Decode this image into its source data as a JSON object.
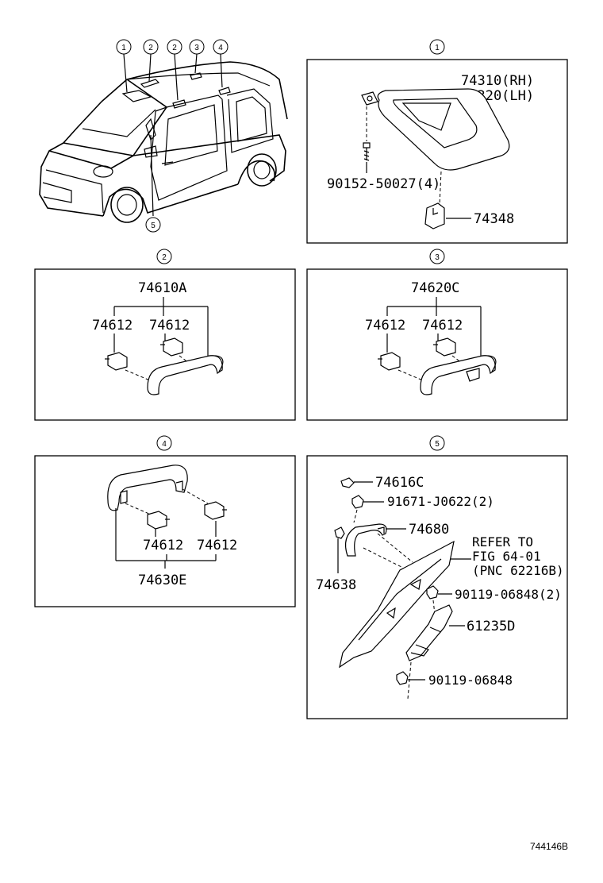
{
  "callouts": {
    "c1": "1",
    "c2": "2",
    "c3": "3",
    "c4": "4",
    "c5": "5"
  },
  "panel1": {
    "rh": "74310(RH)",
    "lh": "74320(LH)",
    "screw": "90152-50027(4)",
    "holder": "74348"
  },
  "panel2": {
    "assy": "74610A",
    "clip_a": "74612",
    "clip_b": "74612"
  },
  "panel3": {
    "assy": "74620C",
    "clip_a": "74612",
    "clip_b": "74612"
  },
  "panel4": {
    "assy": "74630E",
    "clip_a": "74612",
    "clip_b": "74612"
  },
  "panel5": {
    "cap": "74616C",
    "bolt": "91671-J0622(2)",
    "handle": "74680",
    "refer1": "REFER TO",
    "refer2": "FIG 64-01",
    "refer3": "(PNC 62216B)",
    "clip": "74638",
    "screw2": "90119-06848(2)",
    "assist": "61235D",
    "screw1": "90119-06848"
  },
  "footer": {
    "code": "744146B"
  }
}
